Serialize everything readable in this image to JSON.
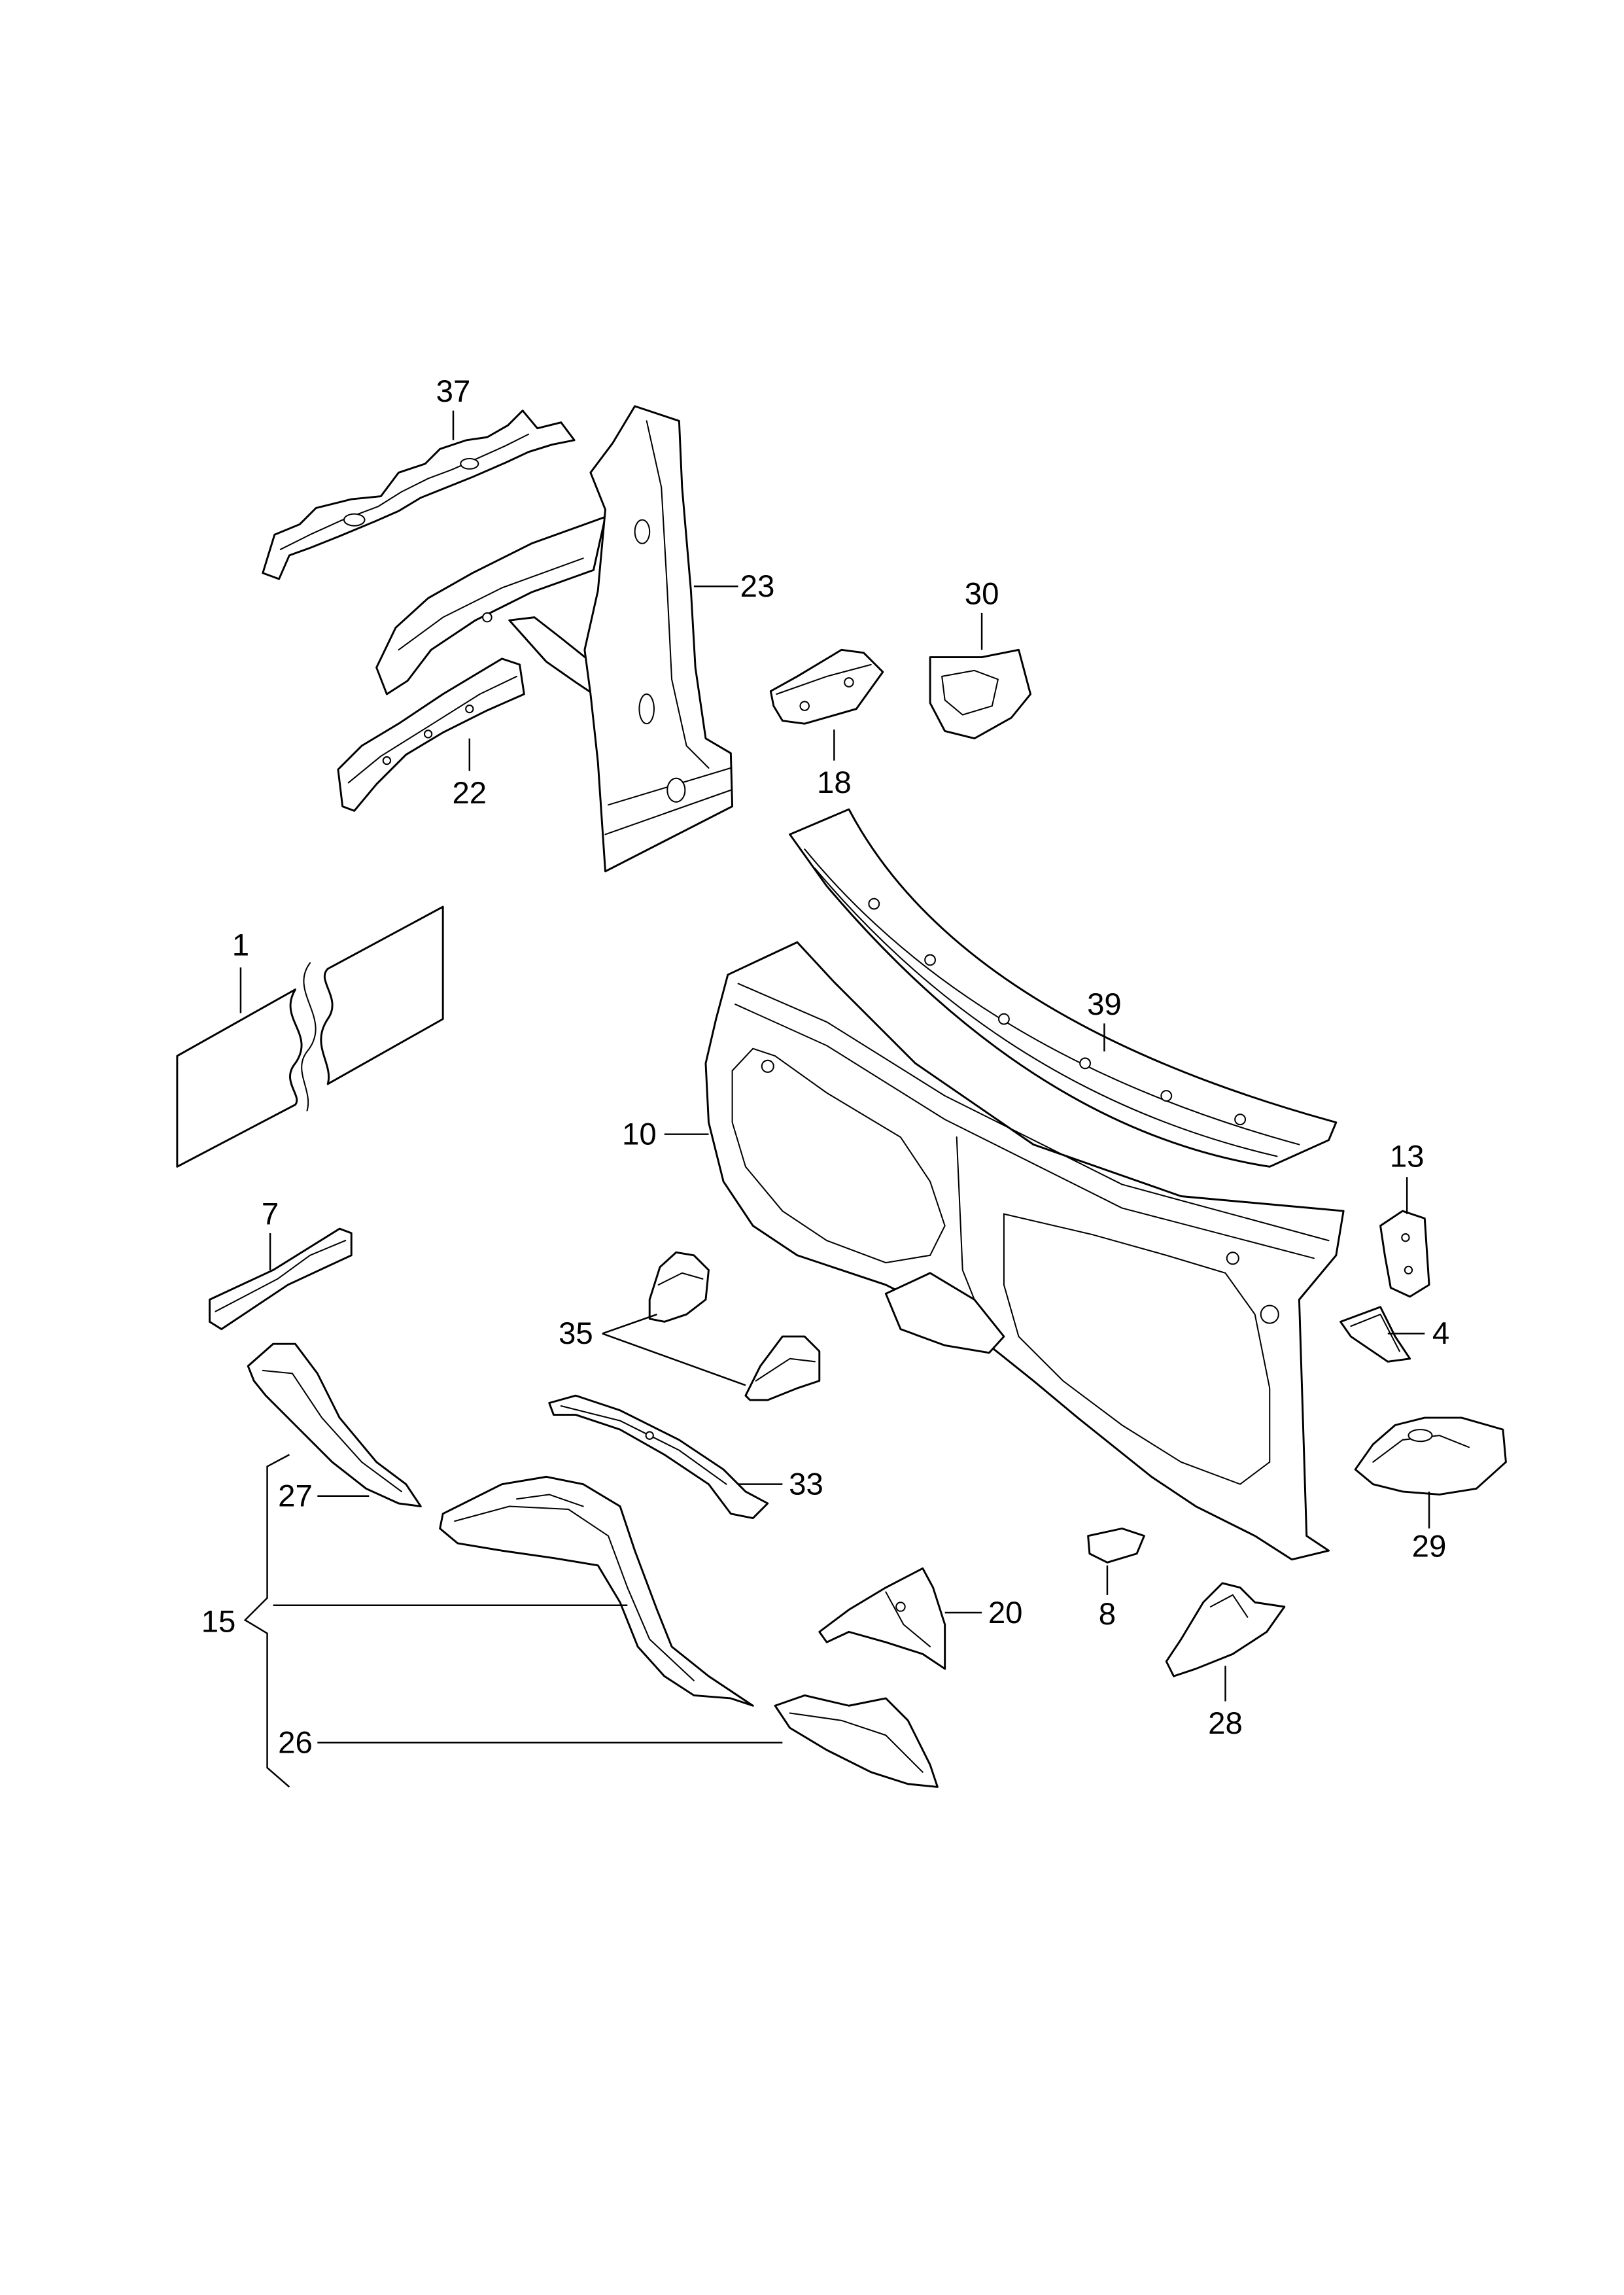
{
  "colors": {
    "line": "#000000",
    "background": "#ffffff"
  },
  "callouts": [
    "37",
    "23",
    "30",
    "22",
    "18",
    "1",
    "39",
    "10",
    "13",
    "7",
    "35",
    "4",
    "33",
    "27",
    "29",
    "15",
    "8",
    "20",
    "28",
    "26"
  ]
}
